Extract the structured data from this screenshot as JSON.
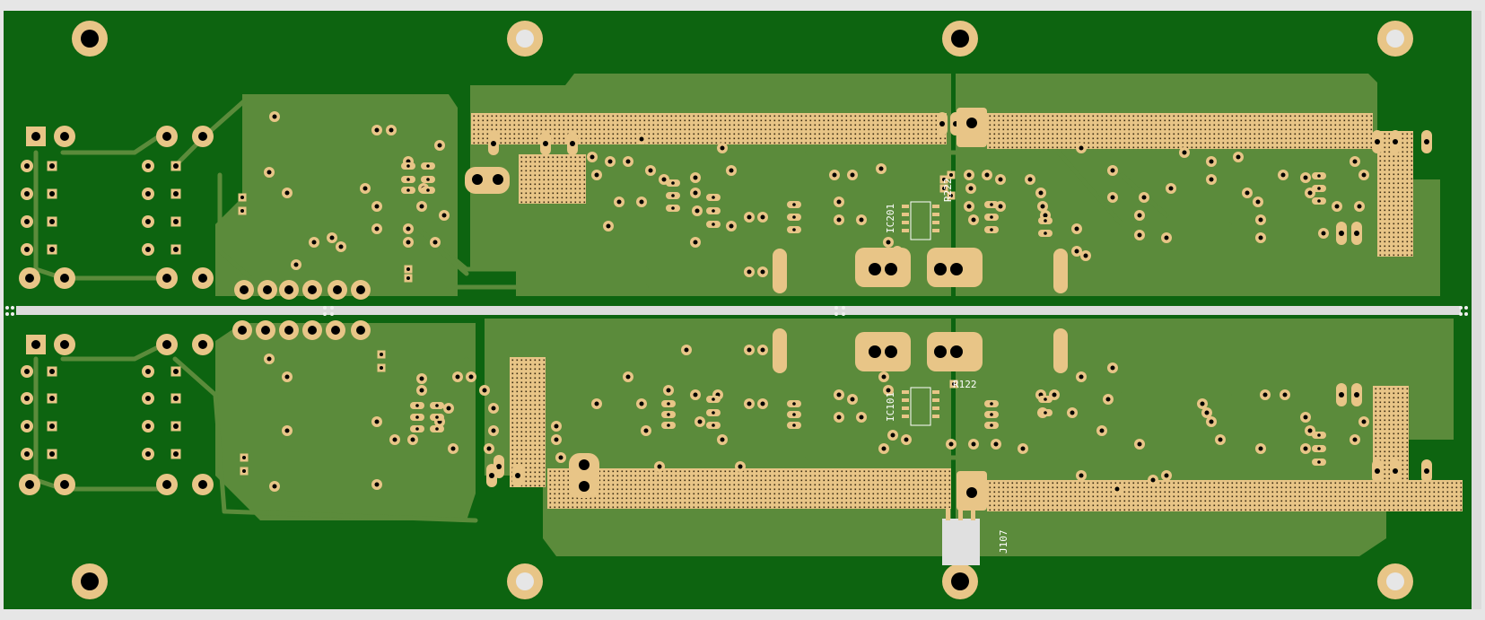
{
  "colors": {
    "background": "#e6e6e6",
    "board": "#0d6410",
    "copper_pour": "#5b8b3b",
    "pad": "#e8c587",
    "drill": "#000000",
    "trace": "#5b8b3b",
    "silkscreen": "#ffffff",
    "slot": "#dcdcdc"
  },
  "labels": {
    "ic_top": "IC201",
    "r_top": "R222",
    "ic_bottom": "IC101",
    "r_bottom": "R122",
    "connector": "J107"
  }
}
